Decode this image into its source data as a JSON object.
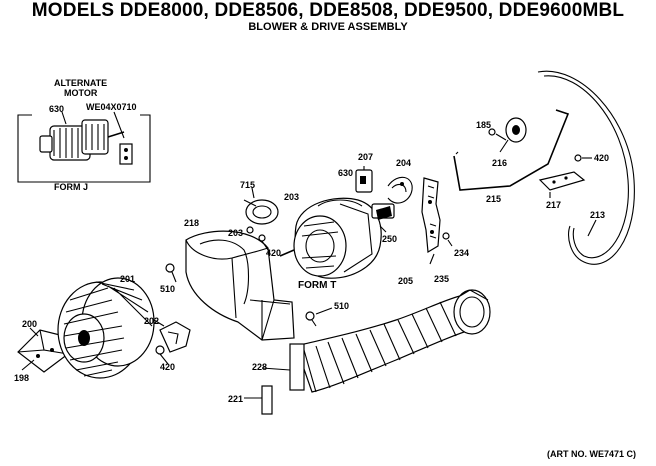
{
  "header": {
    "title": "MODELS DDE8000, DDE8506, DDE8508, DDE9500, DDE9600MBL",
    "subtitle": "BLOWER & DRIVE ASSEMBLY"
  },
  "footer": {
    "art_no": "(ART NO. WE7471 C)"
  },
  "inset": {
    "heading_line1": "ALTERNATE",
    "heading_line2": "MOTOR",
    "motor_label": "630",
    "kit_label": "WE04X0710",
    "form_label": "FORM J"
  },
  "parts": {
    "p200": "200",
    "p198": "198",
    "p201": "201",
    "p202": "202",
    "p420a": "420",
    "p218": "218",
    "p510a": "510",
    "p510b": "510",
    "p715": "715",
    "p203a": "203",
    "p203b": "203",
    "p420b": "420",
    "p630": "630",
    "form_t": "FORM T",
    "p207": "207",
    "p204": "204",
    "p250": "250",
    "p205": "205",
    "p234": "234",
    "p235": "235",
    "p228": "228",
    "p221": "221",
    "p185": "185",
    "p216": "216",
    "p215": "215",
    "p420c": "420",
    "p217": "217",
    "p213": "213"
  }
}
